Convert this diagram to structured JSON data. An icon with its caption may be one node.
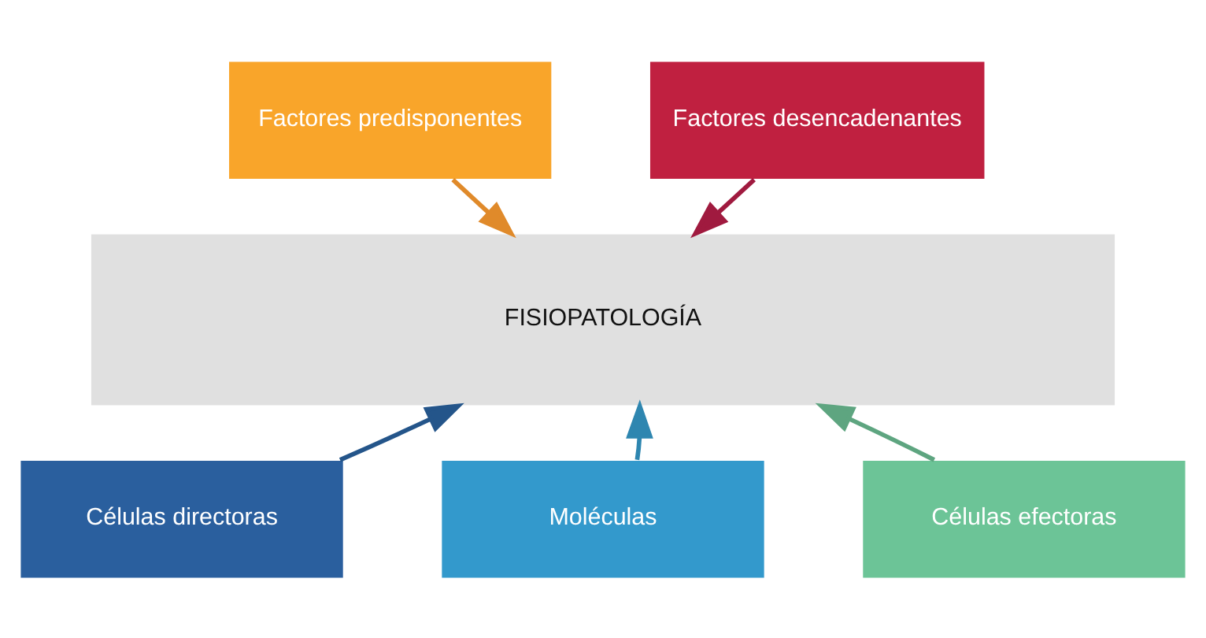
{
  "diagram": {
    "nodes": [
      {
        "text": [
          "Factores predisponentes"
        ]
      },
      {
        "text": [
          "Factores desencadenantes"
        ]
      },
      {
        "text": [
          "FISIOPATOLOGÍA"
        ]
      },
      {
        "text": [
          "Células directoras"
        ]
      },
      {
        "text": [
          "Moléculas"
        ]
      },
      {
        "text": [
          "Células efectoras"
        ]
      }
    ],
    "edges": [
      {
        "from": 0,
        "to": 2,
        "arrow": "to",
        "color": "#e08a2a"
      },
      {
        "from": 1,
        "to": 2,
        "arrow": "to",
        "color": "#a01a3f"
      },
      {
        "from": 3,
        "to": 2,
        "arrow": "to",
        "color": "#24558a"
      },
      {
        "from": 4,
        "to": 2,
        "arrow": "to",
        "color": "#2e86b0"
      },
      {
        "from": 5,
        "to": 2,
        "arrow": "to",
        "color": "#5ea580"
      }
    ]
  }
}
